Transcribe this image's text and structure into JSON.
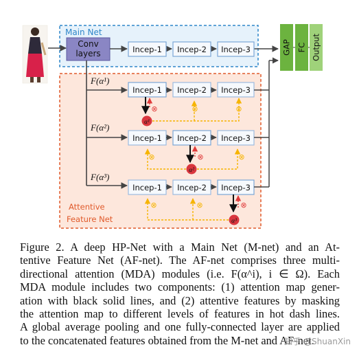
{
  "figure": {
    "main_net_label": "Main Net",
    "conv_label_line1": "Conv",
    "conv_label_line2": "layers",
    "incep1": "Incep-1",
    "incep2": "Incep-2",
    "incep3": "Incep-3",
    "gap": "GAP",
    "fc": "FC",
    "output": "Output",
    "attentive_line1": "Attentive",
    "attentive_line2": "Feature Net",
    "f_alpha": [
      "F(α¹)",
      "F(α²)",
      "F(α³)"
    ],
    "alpha": [
      "α¹",
      "α²",
      "α³"
    ],
    "mult_symbol": "⊗",
    "colors": {
      "main_box_fill": "#e6f2fb",
      "main_box_border": "#2e86c9",
      "af_box_fill": "#fde7dc",
      "af_box_border": "#e05a2b",
      "conv_fill": "#8a86c4",
      "incep_border": "#7aa6d6",
      "green": "#6cb33f",
      "alpha_node": "#d9363e",
      "yellow_dash": "#f6b400",
      "red_arrow": "#e03c3c"
    }
  },
  "caption": {
    "lines": [
      "Figure 2. A deep HP-Net with a Main Net (M-net) and an At-",
      "tentive Feature Net (AF-net). The AF-net comprises three multi-",
      "directional attention (MDA) modules (i.e. F(α^i), i ∈ Ω). Each",
      "MDA module includes two components: (1) attention map gener-",
      "ation with black solid lines, and (2) attentive features by masking",
      "the attention map to different levels of features in hot dash lines.",
      "A global average pooling and one fully-connected layer are applied",
      "to the concatenated features obtained from the M-net and AF-net."
    ]
  },
  "watermark": "知乎 @ShuanXin"
}
